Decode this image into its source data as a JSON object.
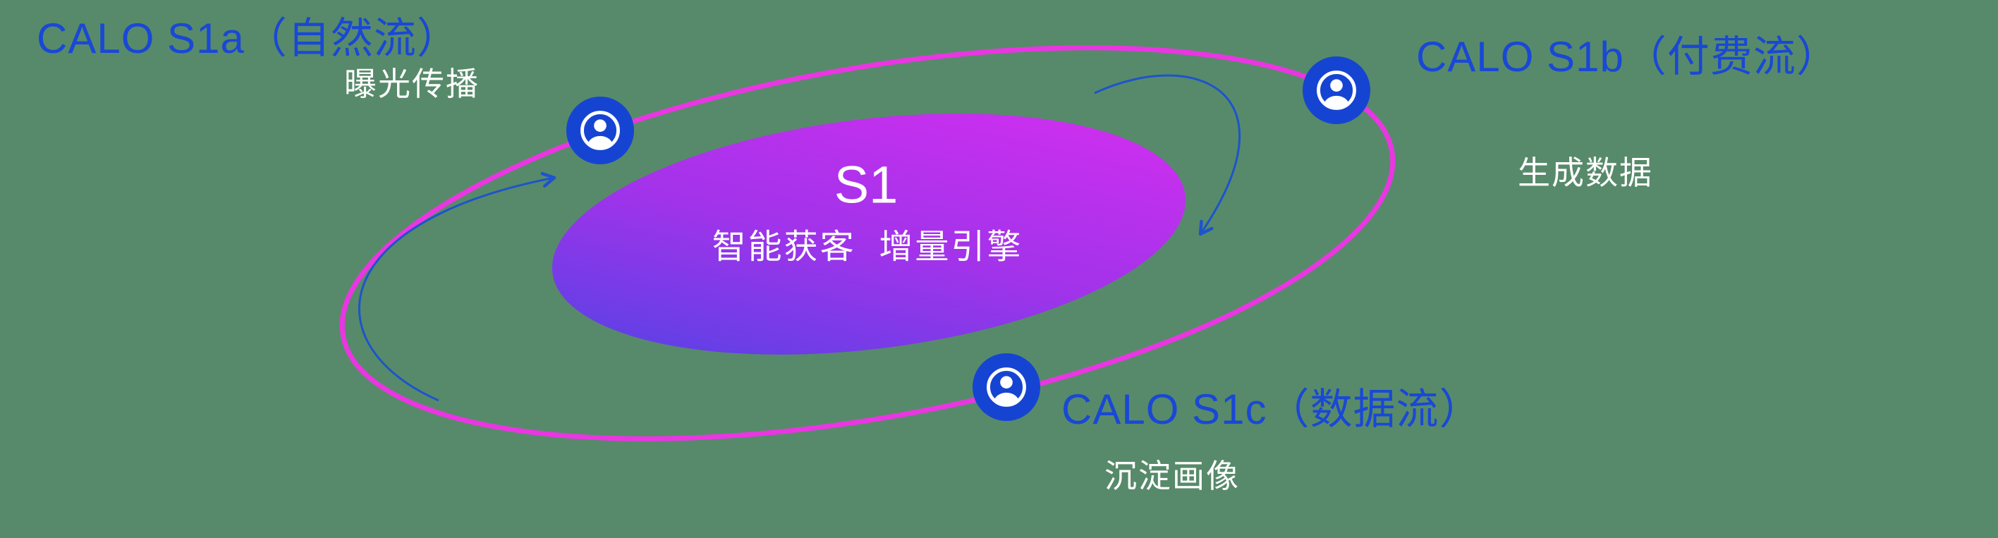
{
  "core": {
    "title": "S1",
    "subtitle": "智能获客  增量引擎"
  },
  "nodes": [
    {
      "id": "s1a",
      "label": "CALO S1a（自然流）",
      "sublabel": "曝光传播",
      "icon": "user-icon"
    },
    {
      "id": "s1b",
      "label": "CALO S1b（付费流）",
      "sublabel": "生成数据",
      "icon": "user-icon"
    },
    {
      "id": "s1c",
      "label": "CALO S1c（数据流）",
      "sublabel": "沉淀画像",
      "icon": "user-icon"
    }
  ],
  "colors": {
    "background": "#578a6a",
    "orbit_ring": "#ea36e2",
    "node_circle": "#1644d2",
    "label_blue": "#1948d6",
    "text_white": "#ffffff",
    "arrow_blue": "#1d54cc",
    "core_gradient_start": "#4a44e4",
    "core_gradient_mid": "#a233ea",
    "core_gradient_end": "#d92ef0"
  }
}
